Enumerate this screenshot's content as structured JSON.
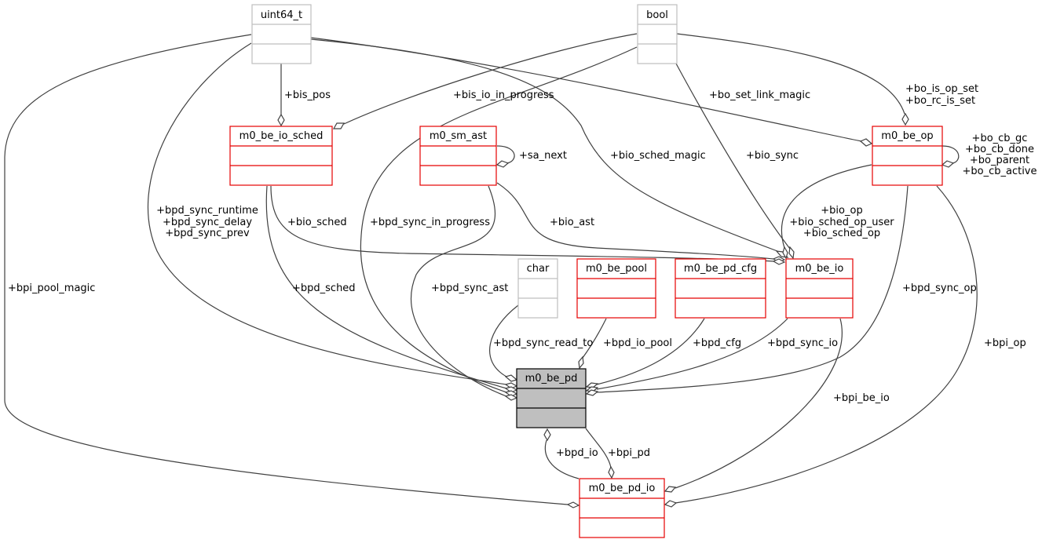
{
  "diagram": {
    "type": "collaboration-graph",
    "focus_node": "m0_be_pd",
    "colors": {
      "primitive_border": "#bfbfbf",
      "struct_border": "#e50000",
      "focus_fill": "#bfbfbf",
      "focus_border": "#000000",
      "edge": "#404040"
    },
    "nodes": {
      "uint64_t": {
        "title": "uint64_t",
        "kind": "primitive"
      },
      "bool": {
        "title": "bool",
        "kind": "primitive"
      },
      "char": {
        "title": "char",
        "kind": "primitive"
      },
      "m0_be_io_sched": {
        "title": "m0_be_io_sched",
        "kind": "struct"
      },
      "m0_sm_ast": {
        "title": "m0_sm_ast",
        "kind": "struct"
      },
      "m0_be_op": {
        "title": "m0_be_op",
        "kind": "struct"
      },
      "m0_be_pool": {
        "title": "m0_be_pool",
        "kind": "struct"
      },
      "m0_be_pd_cfg": {
        "title": "m0_be_pd_cfg",
        "kind": "struct"
      },
      "m0_be_io": {
        "title": "m0_be_io",
        "kind": "struct"
      },
      "m0_be_pd": {
        "title": "m0_be_pd",
        "kind": "focus"
      },
      "m0_be_pd_io": {
        "title": "m0_be_pd_io",
        "kind": "struct"
      }
    },
    "edges": [
      {
        "from": "uint64_t",
        "to": "m0_be_io_sched",
        "label": [
          "+bis_pos"
        ]
      },
      {
        "from": "bool",
        "to": "m0_be_io_sched",
        "label": [
          "+bis_io_in_progress"
        ]
      },
      {
        "from": "uint64_t",
        "to": "m0_be_op",
        "label": [
          "+bo_set_link_magic"
        ]
      },
      {
        "from": "bool",
        "to": "m0_be_op",
        "label": [
          "+bo_is_op_set",
          "+bo_rc_is_set"
        ]
      },
      {
        "from": "m0_be_op",
        "to": "m0_be_op",
        "label": [
          "+bo_cb_gc",
          "+bo_cb_done",
          "+bo_parent",
          "+bo_cb_active"
        ]
      },
      {
        "from": "m0_sm_ast",
        "to": "m0_sm_ast",
        "label": [
          "+sa_next"
        ]
      },
      {
        "from": "uint64_t",
        "to": "m0_be_io",
        "label": [
          "+bio_sched_magic"
        ]
      },
      {
        "from": "bool",
        "to": "m0_be_io",
        "label": [
          "+bio_sync"
        ]
      },
      {
        "from": "m0_be_op",
        "to": "m0_be_io",
        "label": [
          "+bio_op",
          "+bio_sched_op_user",
          "+bio_sched_op"
        ]
      },
      {
        "from": "m0_sm_ast",
        "to": "m0_be_io",
        "label": [
          "+bio_ast"
        ]
      },
      {
        "from": "m0_be_io_sched",
        "to": "m0_be_io",
        "label": [
          "+bio_sched"
        ]
      },
      {
        "from": "uint64_t",
        "to": "m0_be_pd",
        "label": [
          "+bpd_sync_runtime",
          "+bpd_sync_delay",
          "+bpd_sync_prev"
        ]
      },
      {
        "from": "m0_be_io_sched",
        "to": "m0_be_pd",
        "label": [
          "+bpd_sched"
        ]
      },
      {
        "from": "bool",
        "to": "m0_be_pd",
        "label": [
          "+bpd_sync_in_progress"
        ]
      },
      {
        "from": "m0_sm_ast",
        "to": "m0_be_pd",
        "label": [
          "+bpd_sync_ast"
        ]
      },
      {
        "from": "char",
        "to": "m0_be_pd",
        "label": [
          "+bpd_sync_read_to"
        ]
      },
      {
        "from": "m0_be_pool",
        "to": "m0_be_pd",
        "label": [
          "+bpd_io_pool"
        ]
      },
      {
        "from": "m0_be_pd_cfg",
        "to": "m0_be_pd",
        "label": [
          "+bpd_cfg"
        ]
      },
      {
        "from": "m0_be_io",
        "to": "m0_be_pd",
        "label": [
          "+bpd_sync_io"
        ]
      },
      {
        "from": "m0_be_op",
        "to": "m0_be_pd",
        "label": [
          "+bpd_sync_op"
        ]
      },
      {
        "from": "uint64_t",
        "to": "m0_be_pd_io",
        "label": [
          "+bpi_pool_magic"
        ]
      },
      {
        "from": "m0_be_op",
        "to": "m0_be_pd_io",
        "label": [
          "+bpi_op"
        ]
      },
      {
        "from": "m0_be_io",
        "to": "m0_be_pd_io",
        "label": [
          "+bpi_be_io"
        ]
      },
      {
        "from": "m0_be_pd",
        "to": "m0_be_pd_io",
        "label": [
          "+bpi_pd"
        ]
      },
      {
        "from": "m0_be_pd_io",
        "to": "m0_be_pd",
        "label": [
          "+bpd_io"
        ]
      }
    ]
  }
}
